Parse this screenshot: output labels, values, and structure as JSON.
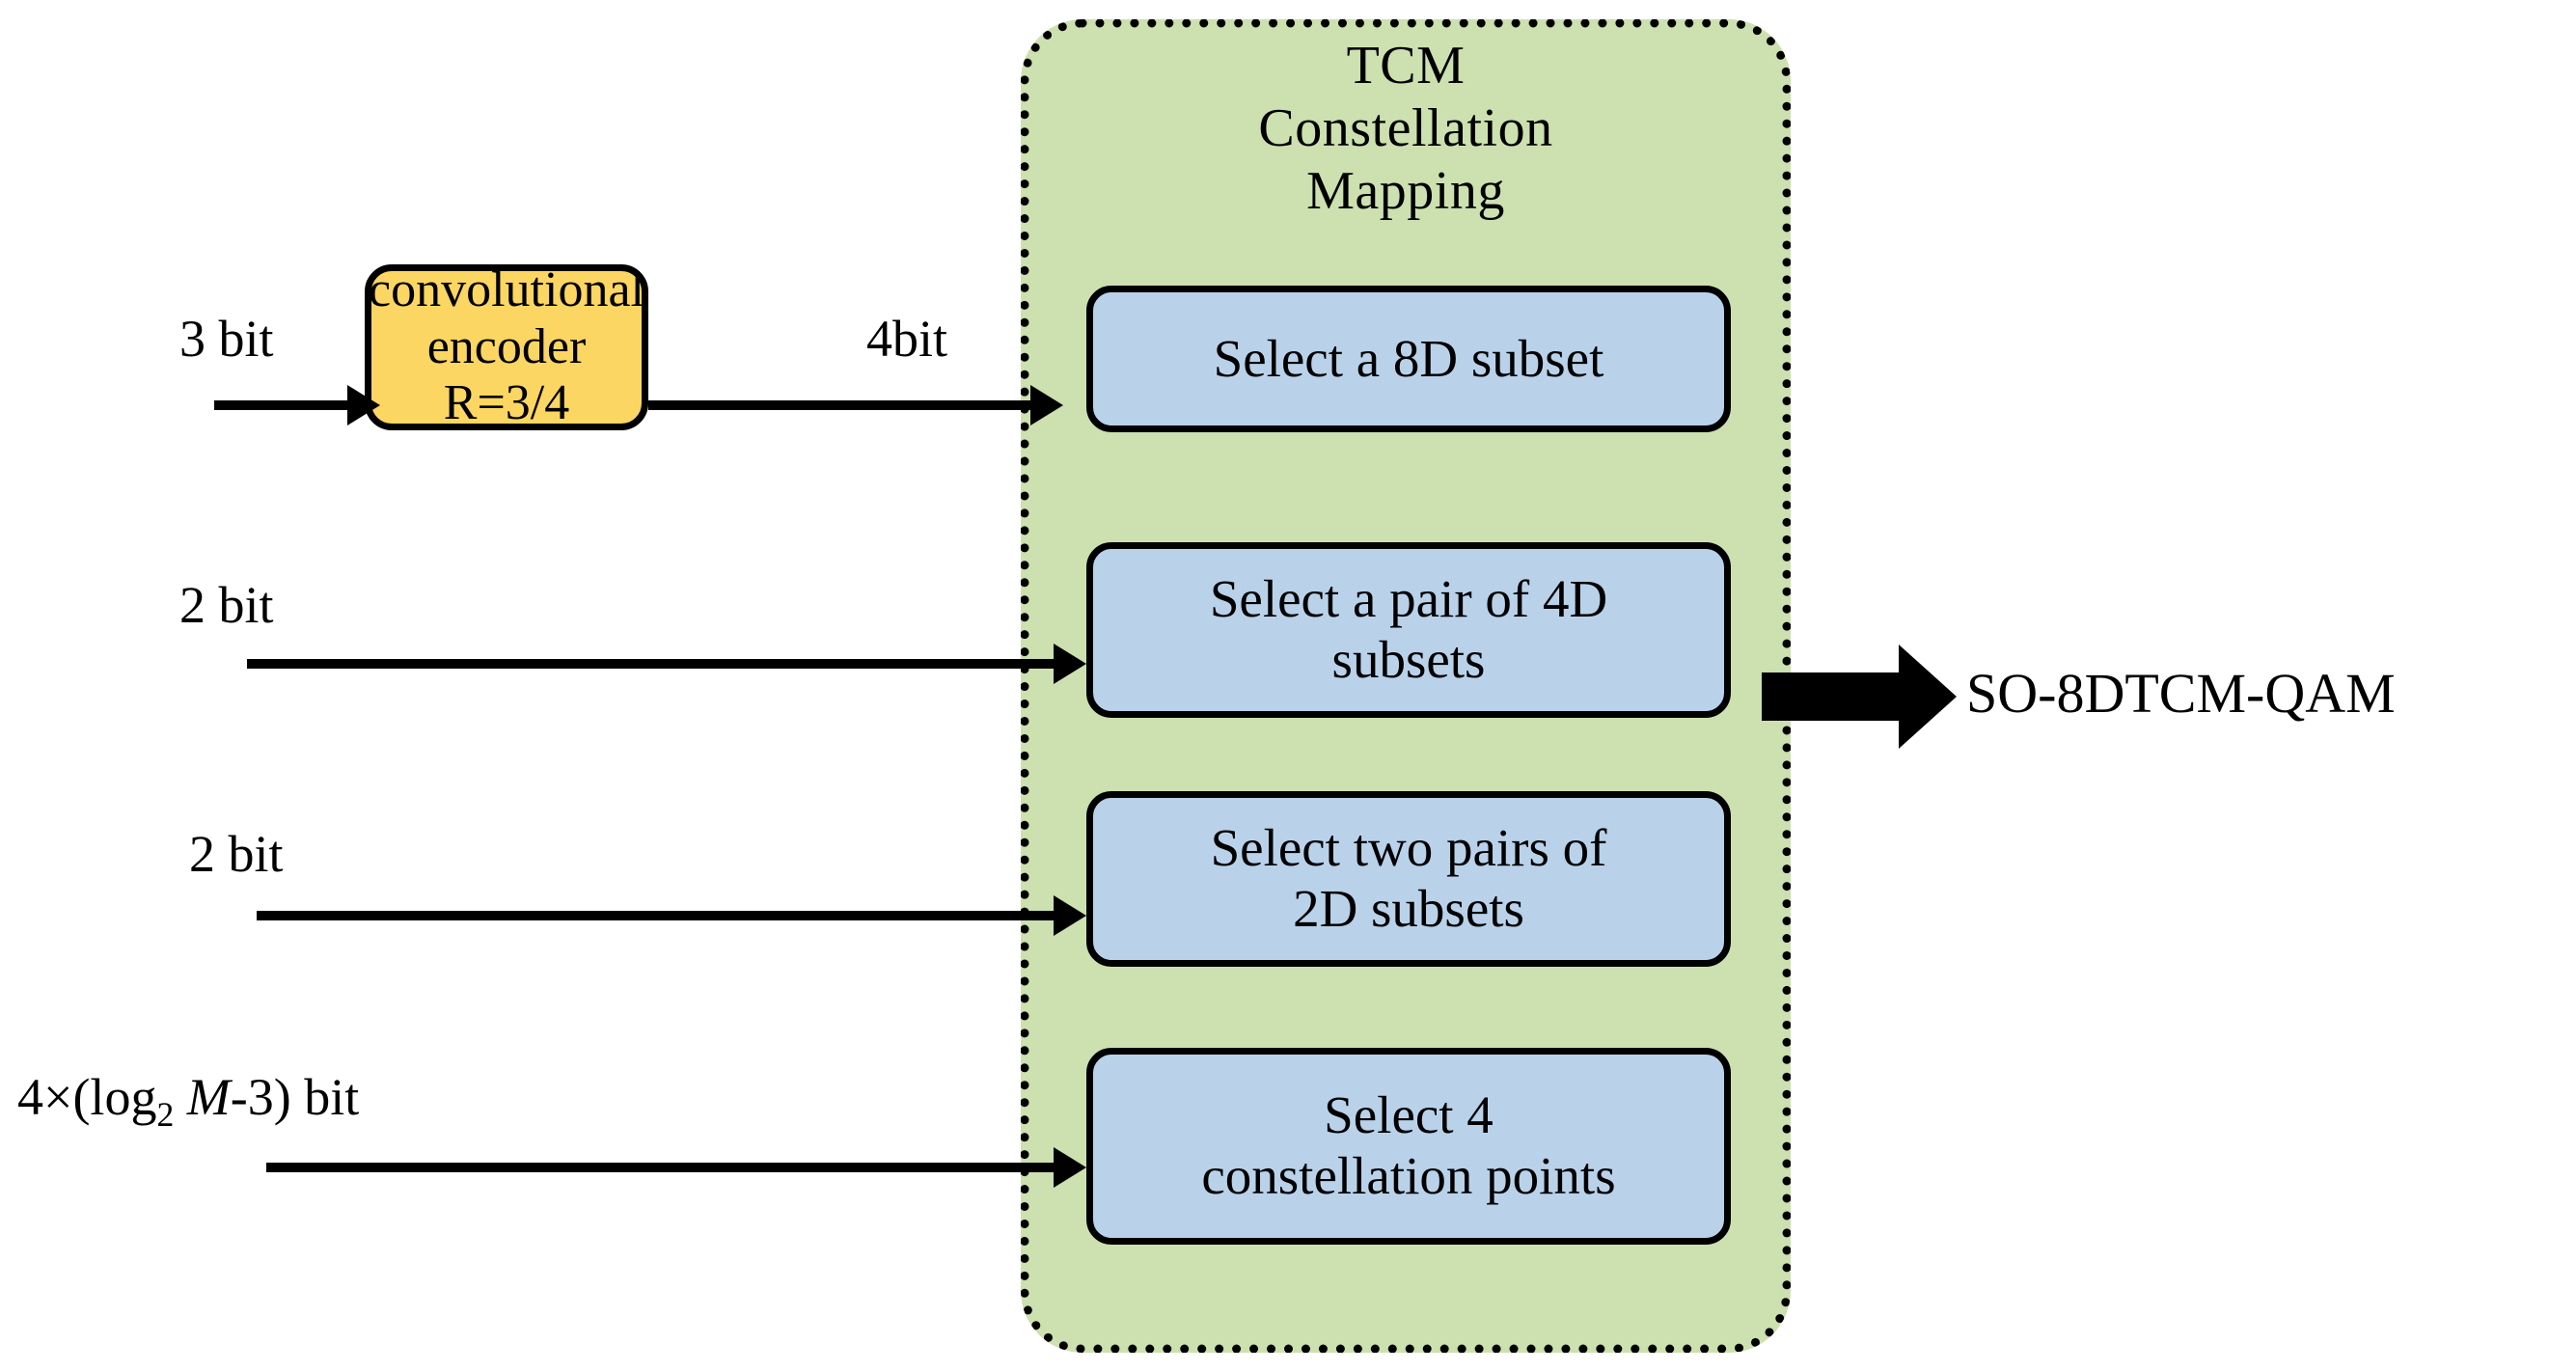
{
  "diagram": {
    "title": "SO-8DTCM-QAM transmitter bit mapping block diagram",
    "colors": {
      "container_fill": "#cde0b0",
      "stage_fill": "#b9d2ea",
      "encoder_fill": "#fcd662",
      "stroke": "#000000",
      "background": "#ffffff"
    }
  },
  "encoder": {
    "label": "convolutional\nencoder\nR=3/4",
    "input_label": "3 bit",
    "output_label": "4bit"
  },
  "tcm": {
    "title": "TCM\nConstellation\nMapping",
    "stages": [
      {
        "label": "Select a 8D subset",
        "input_label": "4bit"
      },
      {
        "label": "Select a pair of 4D\nsubsets",
        "input_label": "2 bit"
      },
      {
        "label": "Select two pairs of\n2D subsets",
        "input_label": "2 bit"
      },
      {
        "label": "Select 4\nconstellation points",
        "input_label": "4×(log₂ M-3) bit"
      }
    ]
  },
  "inputs": [
    {
      "label": "3 bit"
    },
    {
      "label": "2 bit"
    },
    {
      "label": "2 bit"
    },
    {
      "label_prefix": "4×(log",
      "label_sub": "2",
      "label_italic": "M",
      "label_suffix": "-3) bit"
    }
  ],
  "output": {
    "label": "SO-8DTCM-QAM"
  }
}
